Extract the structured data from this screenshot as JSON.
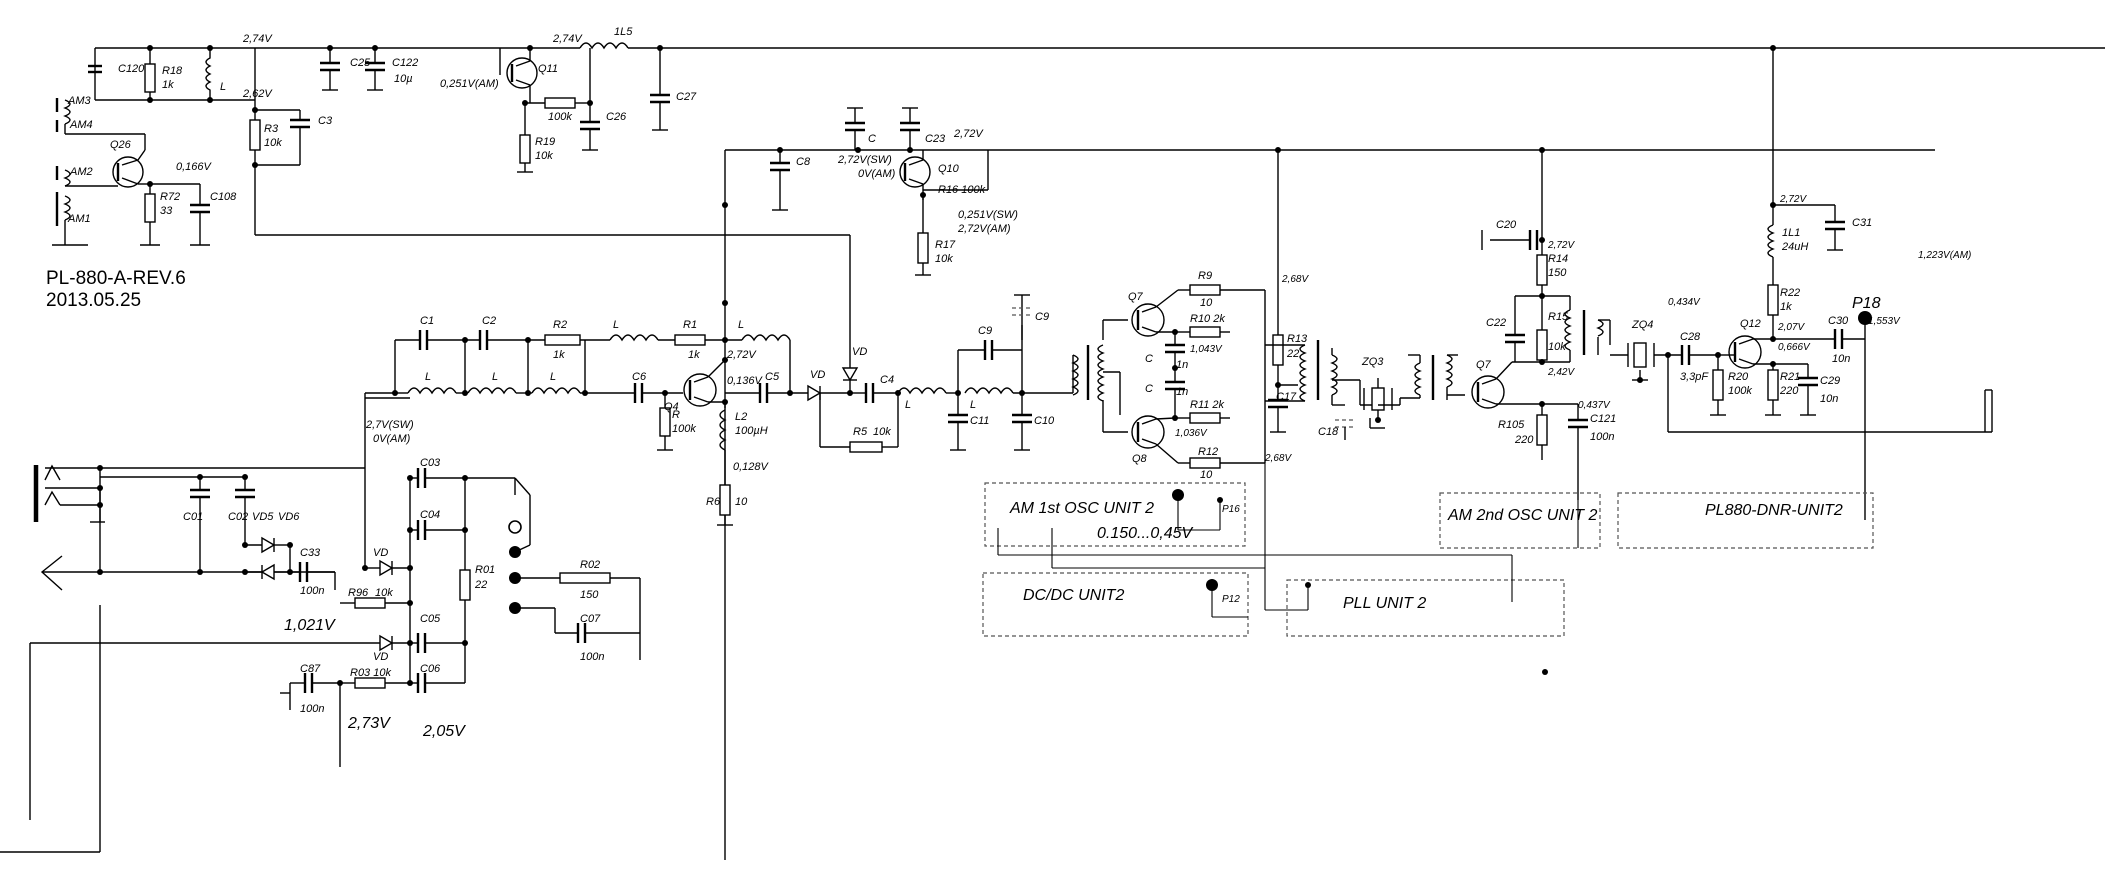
{
  "header": {
    "title": "PL-880-A-REV.6",
    "date": "2013.05.25"
  },
  "voltages": {
    "v_274_top": "2,74V",
    "v_274_q11": "2,74V",
    "v_262": "2,62V",
    "v_0251_am": "0,251V(AM)",
    "v_0166": "0,166V",
    "v_272_q10": "2,72V",
    "v_272_sw_q10": "2,72V(SW)",
    "v_0_am_q10": "0V(AM)",
    "v_0251_sw": "0,251V(SW)",
    "v_272_am": "2,72V(AM)",
    "v_272_q4": "2,72V",
    "v_0136": "0,136V",
    "v_0128": "0,128V",
    "v_27_sw": "2,7V(SW)",
    "v_0_am": "0V(AM)",
    "v_1043": "1,043V",
    "v_1036": "1,036V",
    "v_268_top": "2,68V",
    "v_268_bot": "2,68V",
    "v_272_r14": "2,72V",
    "v_242": "2,42V",
    "v_0437": "0,437V",
    "v_272_1l1": "2,72V",
    "v_1223_am": "1,223V(AM)",
    "v_0434": "0,434V",
    "v_207": "2,07V",
    "v_0666": "0,666V",
    "v_1553": "1,553V",
    "v_1021": "1,021V",
    "v_273": "2,73V",
    "v_205": "2,05V",
    "osc_range": "0.150...0,45V"
  },
  "components": {
    "C120": "C120",
    "R18": "R18",
    "R18_val": "1k",
    "L_top": "L",
    "C25": "C25",
    "C122": "C122",
    "C122_val": "10µ",
    "Q11": "Q11",
    "L1L5": "1L5",
    "C27": "C27",
    "R_100k_q11": "100k",
    "C26": "C26",
    "R19": "R19",
    "R19_val": "10k",
    "AM3": "AM3",
    "AM4": "AM4",
    "AM2": "AM2",
    "AM1": "AM1",
    "Q26": "Q26",
    "R3": "R3",
    "R3_val": "10k",
    "C3": "C3",
    "R72": "R72",
    "R72_val": "33",
    "C108": "C108",
    "C8": "C8",
    "C_plus": "C",
    "C23": "C23",
    "Q10": "Q10",
    "R16": "R16 100k",
    "R17": "R17",
    "R17_val": "10k",
    "C1": "C1",
    "C2": "C2",
    "R2": "R2",
    "R2_val": "1k",
    "L_top_mid": "L",
    "R1": "R1",
    "R1_val": "1k",
    "L_q4": "L",
    "L_bot1": "L",
    "L_bot2": "L",
    "L_bot3": "L",
    "C6": "C6",
    "R_100k": "R",
    "R_100k_val": "100k",
    "Q4": "Q4",
    "C5": "C5",
    "VD_bridge": "VD",
    "VD_vert": "VD",
    "C4": "C4",
    "L_c4": "L",
    "L_c11": "L",
    "R5": "R5",
    "R5_val": "10k",
    "L2": "L2",
    "L2_val": "100µH",
    "R6": "R6",
    "R6_val": "10",
    "C9": "C9",
    "C9_v": "C9",
    "C11": "C11",
    "C10": "C10",
    "Q7_top": "Q7",
    "Q8": "Q8",
    "R9": "R9",
    "R9_val": "10",
    "R10": "R10 2k",
    "C_1n_top": "C",
    "C_1n_top_val": "1n",
    "C_1n_bot": "C",
    "C_1n_bot_val": "1n",
    "R11": "R11 2k",
    "R12": "R12",
    "R12_val": "10",
    "R13": "R13",
    "R13_val": "22",
    "C17": "C17",
    "C18": "C18",
    "ZQ3": "ZQ3",
    "Q7_right": "Q7",
    "C20": "C20",
    "R14": "R14",
    "R14_val": "150",
    "C22": "C22",
    "R15": "R15",
    "R15_val": "10k",
    "R105": "R105",
    "R105_val": "220",
    "C121": "C121",
    "C121_val": "100n",
    "ZQ4": "ZQ4",
    "C28": "C28",
    "C28_val": "3,3pF",
    "R20": "R20",
    "R20_val": "100k",
    "Q12": "Q12",
    "R21": "R21",
    "R21_val": "220",
    "C29": "C29",
    "C29_val": "10n",
    "C30": "C30",
    "C30_val": "10n",
    "P18": "P18",
    "R22": "R22",
    "R22_val": "1k",
    "L1L1": "1L1",
    "L1L1_val": "24uH",
    "C31": "C31",
    "C01": "C01",
    "C02": "C02",
    "VD5": "VD5",
    "VD6": "VD6",
    "C33": "C33",
    "C33_val": "100n",
    "R96": "R96",
    "R96_val": "10k",
    "VD_c03": "VD",
    "C03": "C03",
    "C04": "C04",
    "R01": "R01",
    "R01_val": "22",
    "VD_c05": "VD",
    "C05": "C05",
    "C06": "C06",
    "C87": "C87",
    "C87_val": "100n",
    "R03": "R03 10k",
    "R02": "R02",
    "R02_val": "150",
    "C07": "C07",
    "C07_val": "100n",
    "P16": "P16",
    "P12": "P12"
  },
  "units": {
    "am1_osc": "AM 1st OSC UNIT 2",
    "dcdc": "DC/DC UNIT2",
    "pll": "PLL UNIT 2",
    "am2_osc": "AM 2nd OSC UNIT 2",
    "dnr": "PL880-DNR-UNIT2"
  }
}
